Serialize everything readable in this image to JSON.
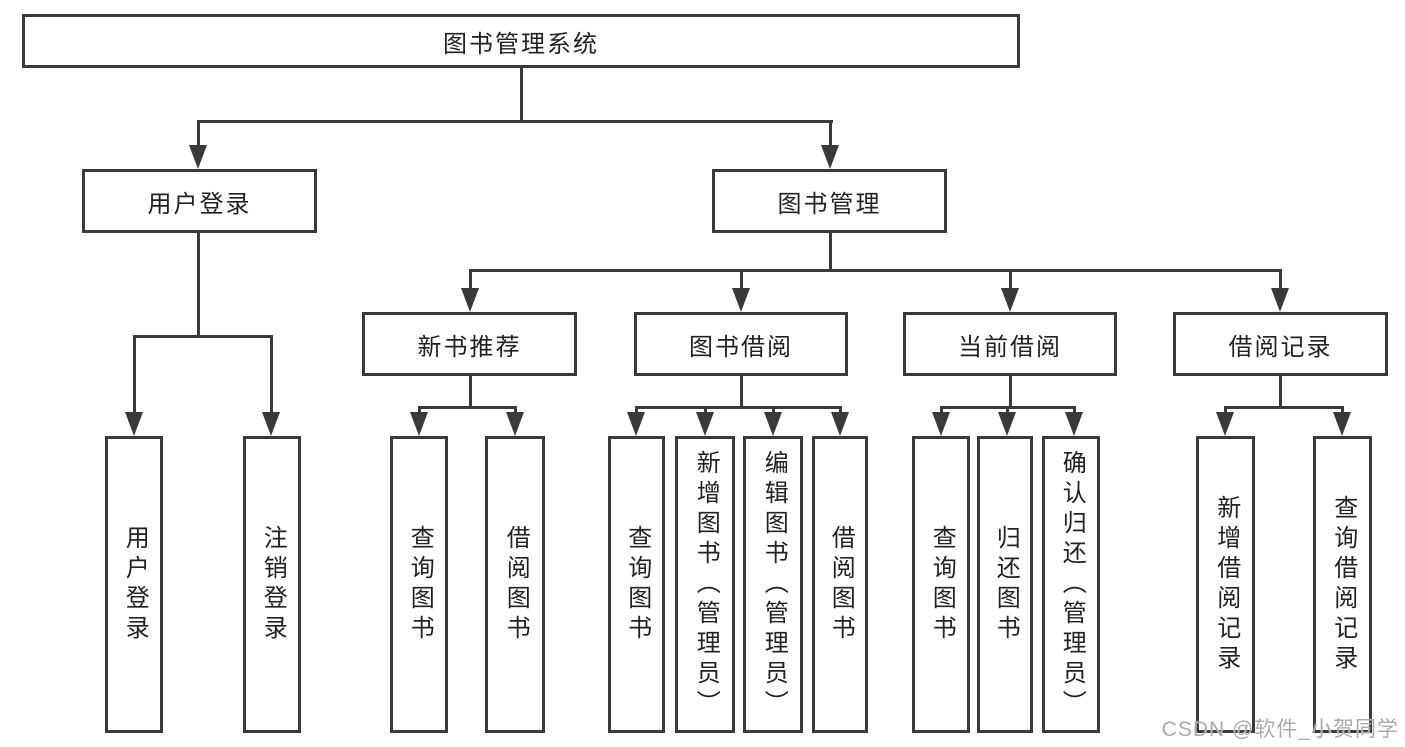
{
  "diagram_type": "hierarchy-tree",
  "colors": {
    "background": "#ffffff",
    "line": "#3a3a3a",
    "box_border": "#3a3a3a",
    "text": "#222222",
    "watermark": "#ababab"
  },
  "watermark": {
    "text": "CSDN @软件_小贺同学"
  },
  "tree": {
    "root": {
      "label": "图书管理系统"
    },
    "children": [
      {
        "label": "用户登录",
        "children": [
          {
            "label": "用户登录"
          },
          {
            "label": "注销登录"
          }
        ]
      },
      {
        "label": "图书管理",
        "children": [
          {
            "label": "新书推荐",
            "children": [
              {
                "label": "查询图书"
              },
              {
                "label": "借阅图书"
              }
            ]
          },
          {
            "label": "图书借阅",
            "children": [
              {
                "label": "查询图书"
              },
              {
                "label": "新增图书（管理员）"
              },
              {
                "label": "编辑图书（管理员）"
              },
              {
                "label": "借阅图书"
              }
            ]
          },
          {
            "label": "当前借阅",
            "children": [
              {
                "label": "查询图书"
              },
              {
                "label": "归还图书"
              },
              {
                "label": "确认归还（管理员）"
              }
            ]
          },
          {
            "label": "借阅记录",
            "children": [
              {
                "label": "新增借阅记录"
              },
              {
                "label": "查询借阅记录"
              }
            ]
          }
        ]
      }
    ]
  }
}
